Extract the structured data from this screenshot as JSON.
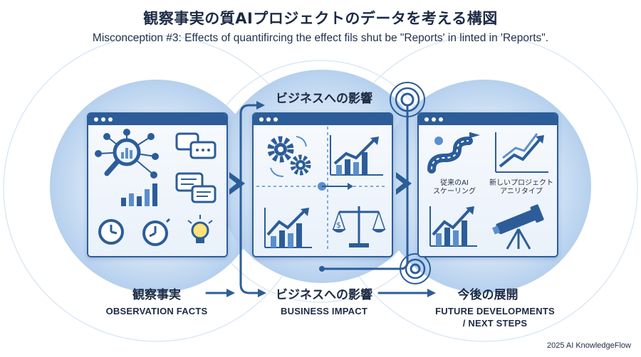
{
  "title": "観察事実の質AIプロジェクトのデータを考える構図",
  "subtitle": "Misconception #3: Effects of quantifircing the effect fils shut be \"Reports' in linted in 'Reports\".",
  "center_bubble_heading": "ビジネスへの影響",
  "panels": {
    "future": {
      "label_left": "従来のAI\nスケーリング",
      "label_right": "新しいプロジェクト\nアニリタイプ"
    }
  },
  "columns": [
    {
      "jp": "観察事実",
      "en": "OBSERVATION FACTS"
    },
    {
      "jp": "ビジネスへの影響",
      "en": "BUSINESS IMPACT"
    },
    {
      "jp": "今後の展開",
      "en": "FUTURE DEVELOPMENTS\n/ NEXT STEPS"
    }
  ],
  "footer": "2025 AI KnowledgeFlow",
  "colors": {
    "primary": "#2c5d99",
    "light": "#d9e8f6",
    "mid": "#a9c8e8"
  }
}
